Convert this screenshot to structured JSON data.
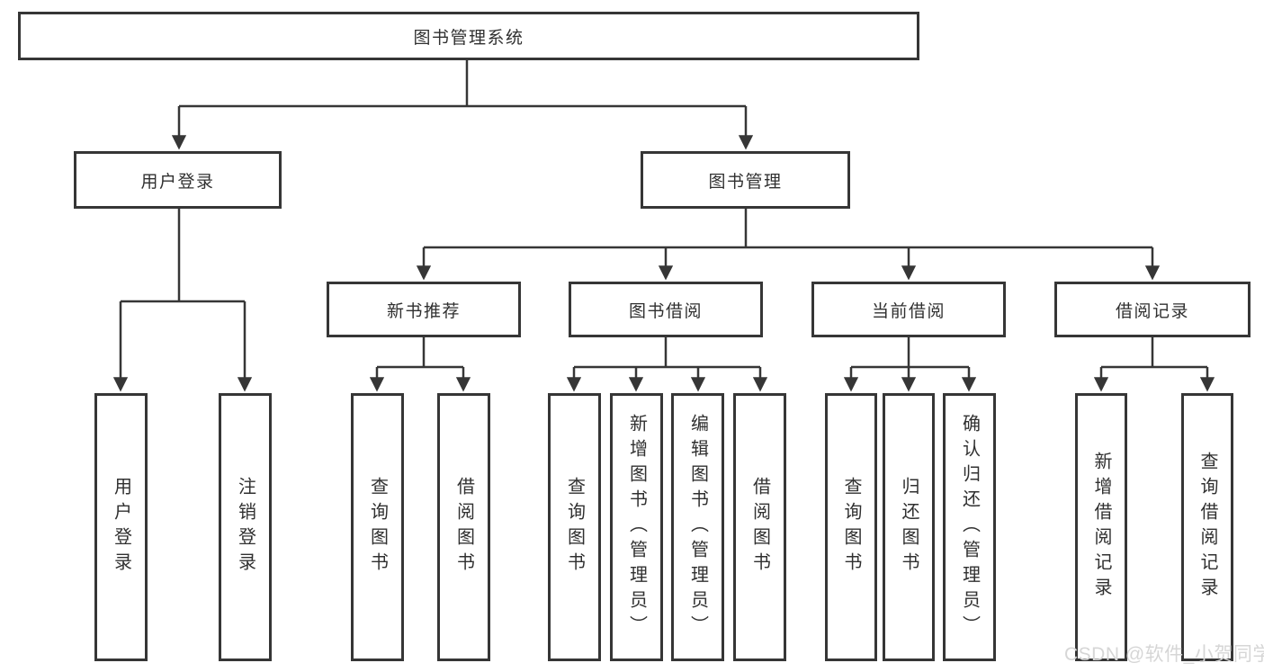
{
  "diagram": {
    "root": {
      "label": "图书管理系统"
    },
    "level2": [
      {
        "label": "用户登录"
      },
      {
        "label": "图书管理"
      }
    ],
    "level3": [
      {
        "label": "新书推荐"
      },
      {
        "label": "图书借阅"
      },
      {
        "label": "当前借阅"
      },
      {
        "label": "借阅记录"
      }
    ],
    "leaves": {
      "user_login": [
        "用户登录",
        "注销登录"
      ],
      "new_book_recommendation": [
        "查询图书",
        "借阅图书"
      ],
      "book_borrowing": [
        "查询图书",
        "新增图书（管理员）",
        "编辑图书（管理员）",
        "借阅图书"
      ],
      "current_borrowing": [
        "查询图书",
        "归还图书",
        "确认归还（管理员）"
      ],
      "borrowing_records": [
        "新增借阅记录",
        "查询借阅记录"
      ]
    },
    "colors": {
      "line": "#363636",
      "text": "#303030",
      "background": "#ffffff",
      "watermark": "#d6d6d6"
    }
  },
  "watermark": {
    "text": "CSDN @软件_小贺同学"
  }
}
